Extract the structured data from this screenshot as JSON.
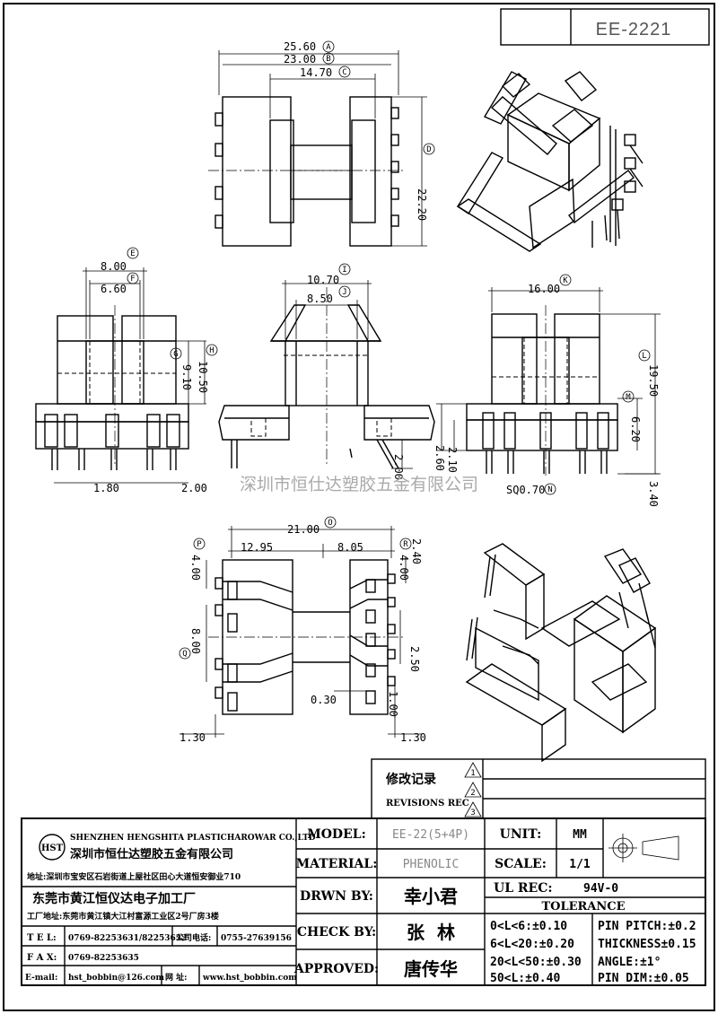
{
  "part_number": "EE-2221",
  "watermark": "深圳市恒仕达塑胶五金有限公司",
  "top_view": {
    "dims": [
      {
        "value": "25.60",
        "ref": "A"
      },
      {
        "value": "23.00",
        "ref": "B"
      },
      {
        "value": "14.70",
        "ref": "C"
      },
      {
        "value": "22.20",
        "ref": "D"
      }
    ]
  },
  "front_view": {
    "dims": [
      {
        "value": "8.00",
        "ref": "E"
      },
      {
        "value": "6.60",
        "ref": "F"
      },
      {
        "value": "9.10",
        "ref": "G"
      },
      {
        "value": "10.50",
        "ref": "H"
      },
      {
        "value": "1.80",
        "ref": ""
      },
      {
        "value": "2.00",
        "ref": ""
      }
    ]
  },
  "side_view": {
    "dims": [
      {
        "value": "10.70",
        "ref": "I"
      },
      {
        "value": "8.50",
        "ref": "J"
      },
      {
        "value": "2.00",
        "ref": ""
      }
    ]
  },
  "right_view": {
    "dims": [
      {
        "value": "16.00",
        "ref": "K"
      },
      {
        "value": "19.50",
        "ref": "L"
      },
      {
        "value": "6.20",
        "ref": "M"
      },
      {
        "value": "2.60",
        "ref": ""
      },
      {
        "value": "2.10",
        "ref": ""
      },
      {
        "value": "SQ0.70",
        "ref": "N"
      },
      {
        "value": "3.40",
        "ref": ""
      }
    ]
  },
  "bottom_view": {
    "dims": [
      {
        "value": "21.00",
        "ref": "O"
      },
      {
        "value": "12.95",
        "ref": ""
      },
      {
        "value": "8.05",
        "ref": ""
      },
      {
        "value": "4.00",
        "ref": "P"
      },
      {
        "value": "8.00",
        "ref": "Q"
      },
      {
        "value": "2.40",
        "ref": "R"
      },
      {
        "value": "4.00",
        "ref": ""
      },
      {
        "value": "2.50",
        "ref": ""
      },
      {
        "value": "0.30",
        "ref": ""
      },
      {
        "value": "1.00",
        "ref": ""
      },
      {
        "value": "1.30",
        "ref": ""
      },
      {
        "value": "1.30",
        "ref": ""
      }
    ]
  },
  "revisions": {
    "title_cn": "修改记录",
    "title_en": "REVISIONS REC",
    "rows": [
      "1",
      "2",
      "3"
    ]
  },
  "company": {
    "logo": "HST",
    "name_en": "SHENZHEN HENGSHITA PLASTICHAROWAR CO.,LTD",
    "name_cn": "深圳市恒仕达塑胶五金有限公司",
    "address_sz": "地址:深圳市宝安区石岩街道上屋社区田心大道恒安御业710",
    "factory_cn": "东莞市黄江恒仪达电子加工厂",
    "address_dg": "工厂地址:东莞市黄江镇大江村富源工业区2号厂房3楼",
    "tel_label": "T E L:",
    "tel": "0769-82253631/82253632",
    "office_label": "公司电话:",
    "office_tel": "0755-27639156",
    "fax_label": "F A X:",
    "fax": "0769-82253635",
    "email_label": "E-mail:",
    "email": "hst_bobbin@126.com",
    "web_label": "网 址:",
    "web": "www.hst_bobbin.com"
  },
  "title_block": {
    "model_label": "MODEL:",
    "model": "EE-22(5+4P)",
    "material_label": "MATERIAL:",
    "material": "PHENOLIC",
    "drawn_label": "DRWN BY:",
    "drawn": "幸小君",
    "check_label": "CHECK BY:",
    "check": "张  林",
    "approved_label": "APPROVED:",
    "approved": "唐传华",
    "unit_label": "UNIT:",
    "unit": "MM",
    "scale_label": "SCALE:",
    "scale": "1/1",
    "ul_label": "UL REC:",
    "ul": "94V-0",
    "tolerance_label": "TOLERANCE",
    "tol_left": [
      "0<L<6:±0.10",
      "6<L<20:±0.20",
      "20<L<50:±0.30",
      "50<L:±0.40"
    ],
    "tol_right": [
      "PIN PITCH:±0.2",
      "THICKNESS±0.15",
      "ANGLE:±1°",
      "PIN DIM:±0.05"
    ]
  }
}
